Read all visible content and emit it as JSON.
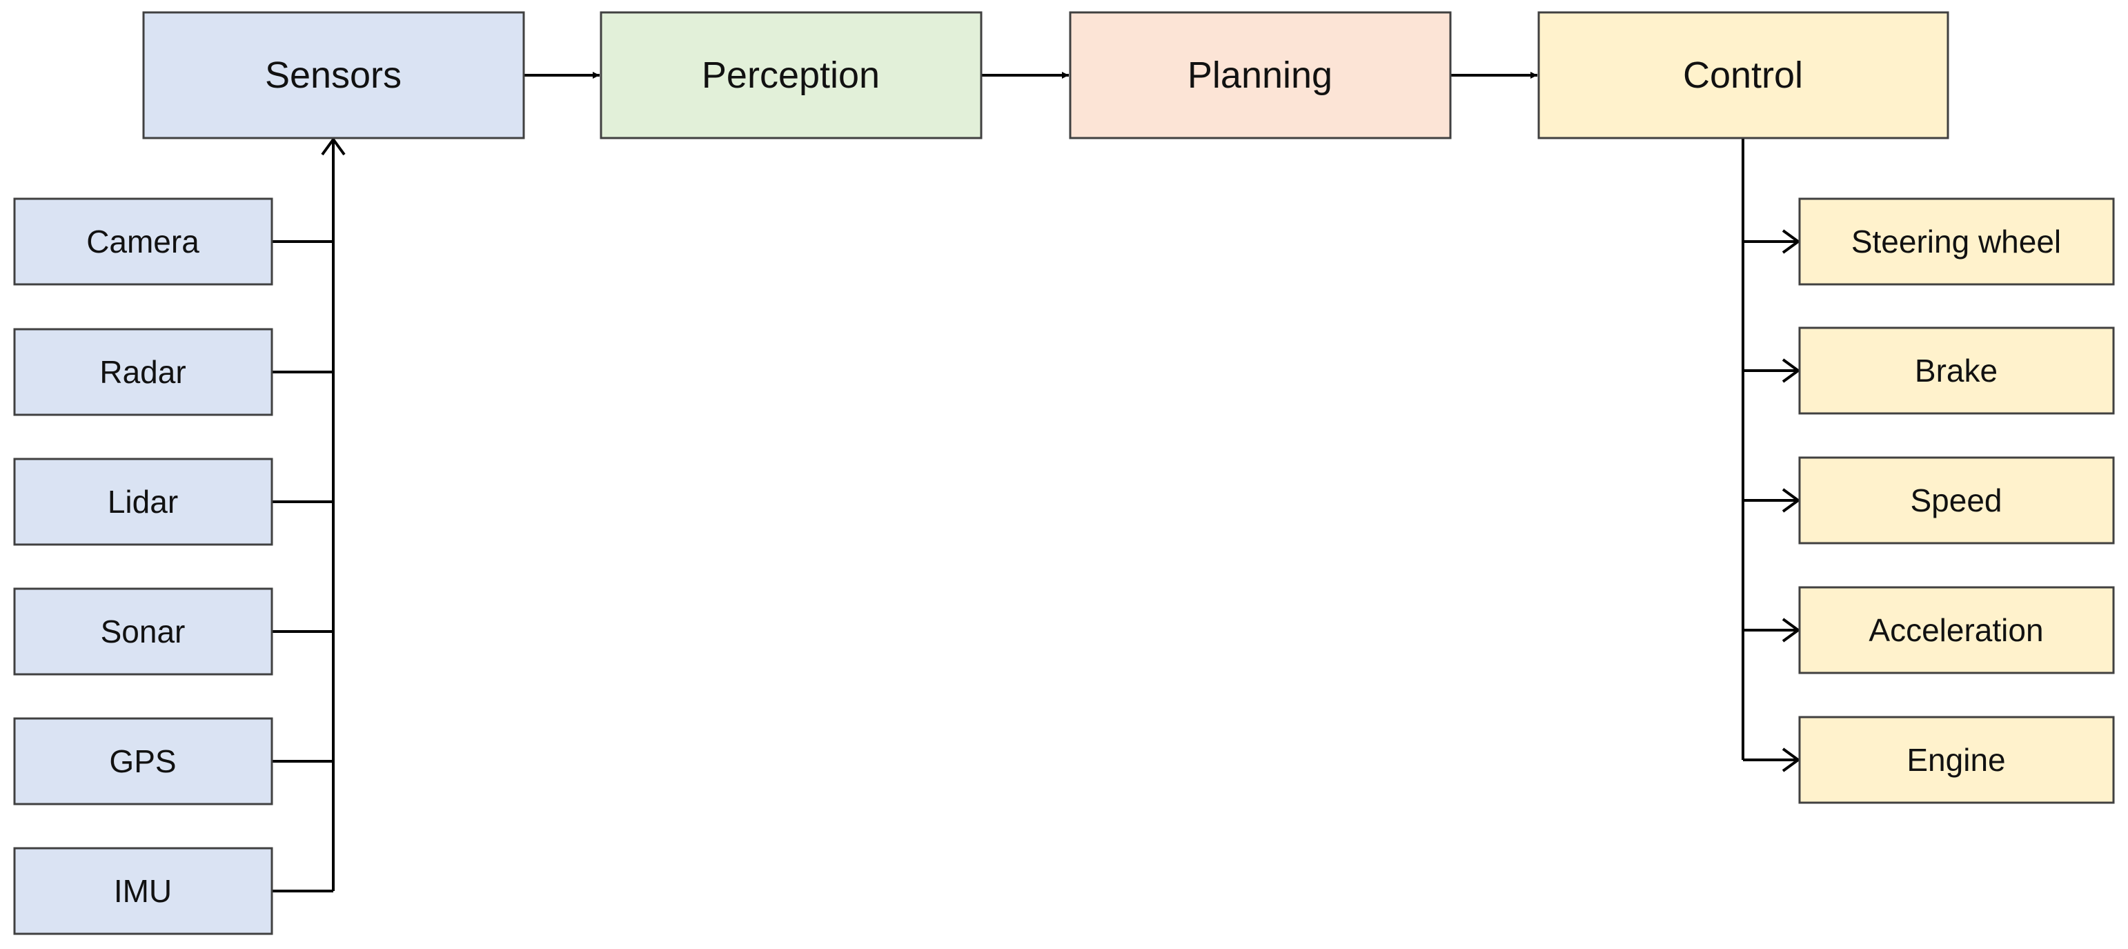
{
  "pipeline": [
    {
      "id": "sensors",
      "label": "Sensors",
      "fill": "#dae3f3"
    },
    {
      "id": "perception",
      "label": "Perception",
      "fill": "#e2f0d9"
    },
    {
      "id": "planning",
      "label": "Planning",
      "fill": "#fce4d6"
    },
    {
      "id": "control",
      "label": "Control",
      "fill": "#fff2cc"
    }
  ],
  "sensor_inputs": [
    "Camera",
    "Radar",
    "Lidar",
    "Sonar",
    "GPS",
    "IMU"
  ],
  "control_outputs": [
    "Steering wheel",
    "Brake",
    "Speed",
    "Acceleration",
    "Engine"
  ],
  "colors": {
    "border": "#404040",
    "line": "#000000",
    "sensor_fill": "#dae3f3",
    "control_fill": "#fff2cc"
  }
}
